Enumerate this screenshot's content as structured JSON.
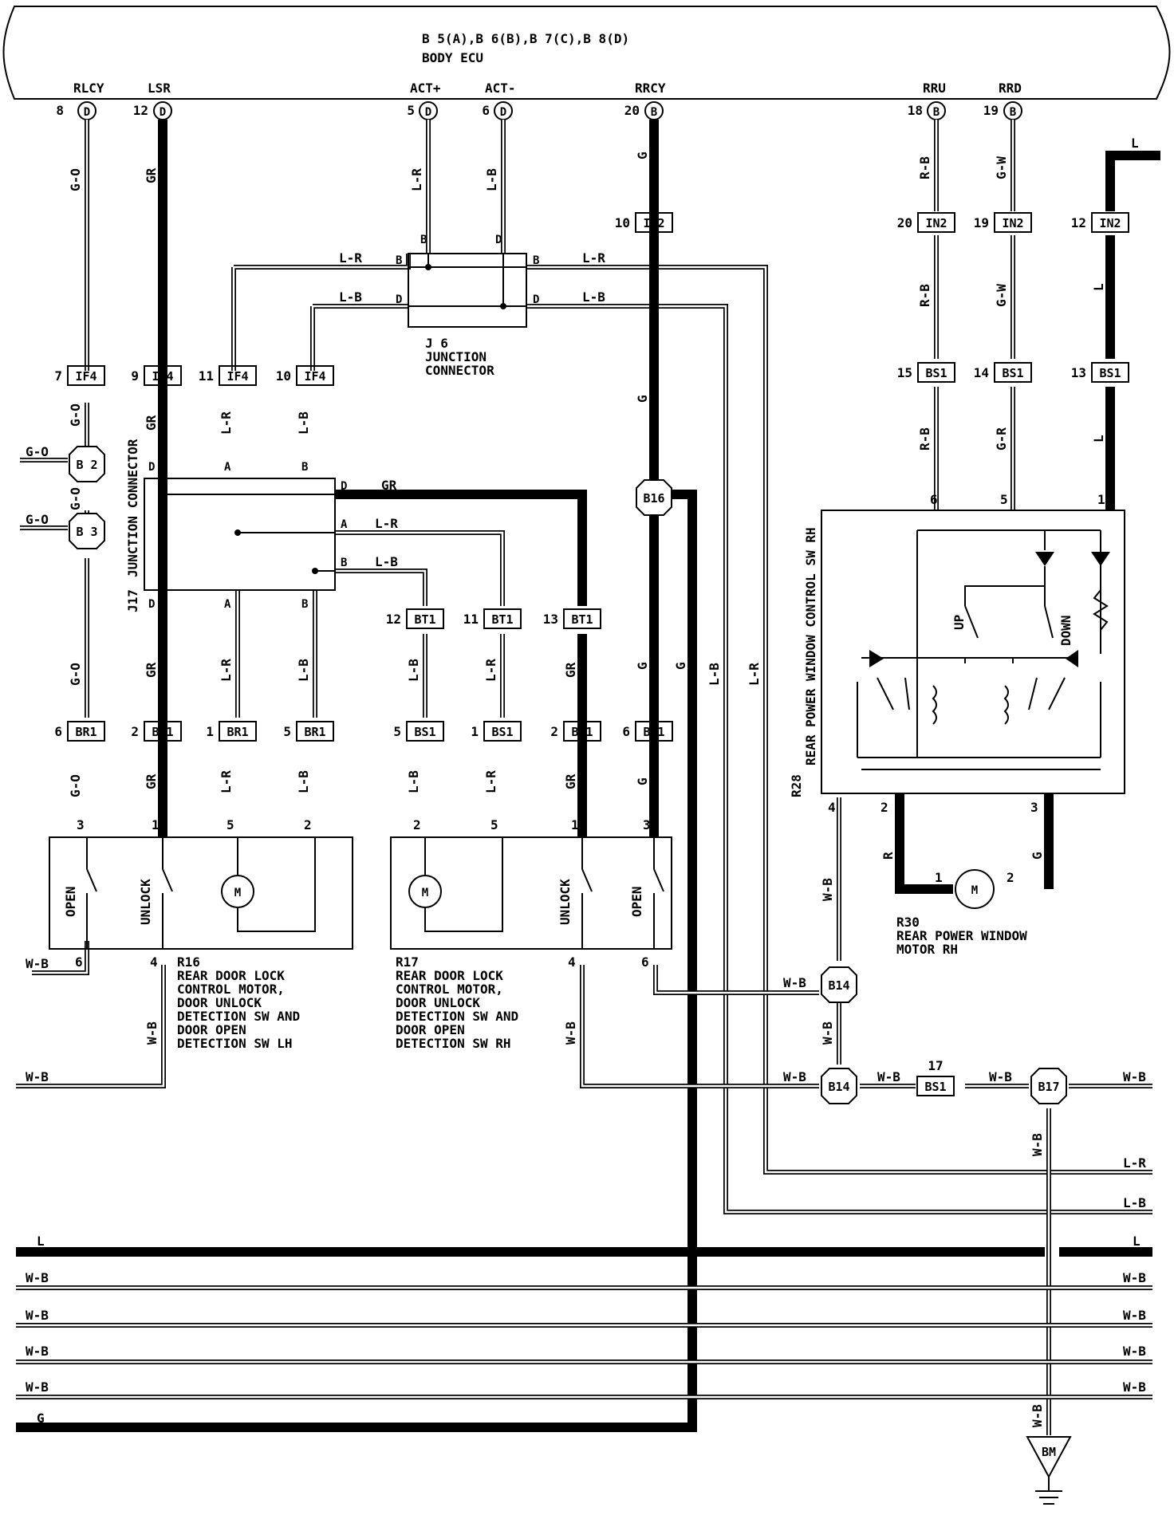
{
  "ecu": {
    "title": "B 5(A),B 6(B),B 7(C),B 8(D)",
    "name": "BODY ECU",
    "pins": [
      {
        "signal": "RLCY",
        "num": "8",
        "conn": "D"
      },
      {
        "signal": "LSR",
        "num": "12",
        "conn": "D"
      },
      {
        "signal": "ACT+",
        "num": "5",
        "conn": "D"
      },
      {
        "signal": "ACT-",
        "num": "6",
        "conn": "D"
      },
      {
        "signal": "RRCY",
        "num": "20",
        "conn": "B"
      },
      {
        "signal": "RRU",
        "num": "18",
        "conn": "B"
      },
      {
        "signal": "RRD",
        "num": "19",
        "conn": "B"
      }
    ]
  },
  "wires": {
    "go": "G-O",
    "gr": "GR",
    "lr": "L-R",
    "lb": "L-B",
    "g": "G",
    "rb": "R-B",
    "gw": "G-W",
    "l": "L",
    "r": "R",
    "wb": "W-B"
  },
  "junctions": {
    "j6": {
      "name": "J 6",
      "desc1": "JUNCTION",
      "desc2": "CONNECTOR",
      "b": "B",
      "d": "D"
    },
    "j17": {
      "name": "J17",
      "desc": "JUNCTION CONNECTOR",
      "a": "A",
      "b": "B",
      "d": "D"
    }
  },
  "connectors": {
    "if4": "IF4",
    "in2": "IN2",
    "bs1": "BS1",
    "br1": "BR1",
    "bt1": "BT1",
    "b2": "B 2",
    "b3": "B 3",
    "b16": "B16",
    "b14": "B14",
    "b17": "B17",
    "bm": "BM"
  },
  "pins": {
    "p7": "7",
    "p9": "9",
    "p11": "11",
    "p10": "10",
    "p20": "20",
    "p19": "19",
    "p12": "12",
    "p15": "15",
    "p14": "14",
    "p13": "13",
    "p6": "6",
    "p2": "2",
    "p1": "1",
    "p5": "5",
    "p3": "3",
    "p4": "4",
    "p17": "17"
  },
  "components": {
    "r16": {
      "id": "R16",
      "line1": "REAR DOOR LOCK",
      "line2": "CONTROL MOTOR,",
      "line3": "DOOR UNLOCK",
      "line4": "DETECTION SW AND",
      "line5": "DOOR OPEN",
      "line6": "DETECTION SW LH"
    },
    "r17": {
      "id": "R17",
      "line1": "REAR DOOR LOCK",
      "line2": "CONTROL MOTOR,",
      "line3": "DOOR UNLOCK",
      "line4": "DETECTION SW AND",
      "line5": "DOOR OPEN",
      "line6": "DETECTION SW RH"
    },
    "r28": {
      "id": "R28",
      "desc": "REAR POWER WINDOW CONTROL SW RH"
    },
    "r30": {
      "id": "R30",
      "line1": "REAR POWER WINDOW",
      "line2": "MOTOR RH"
    }
  },
  "switch_labels": {
    "open": "OPEN",
    "unlock": "UNLOCK",
    "up": "UP",
    "down": "DOWN",
    "motor": "M"
  }
}
